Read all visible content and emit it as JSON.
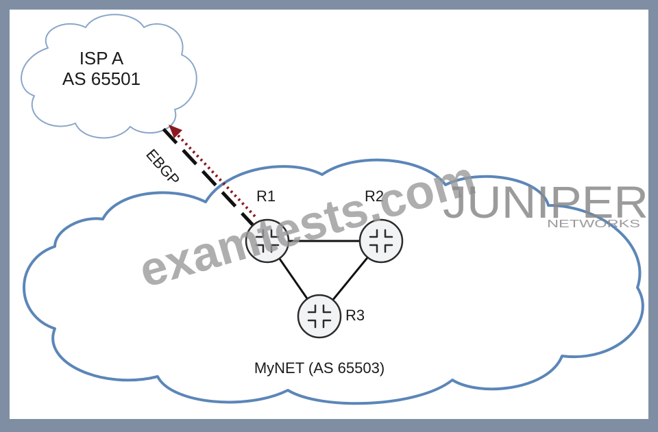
{
  "isp_cloud": {
    "name": "ISP A",
    "as": "AS 65501"
  },
  "mynet_cloud": {
    "label": "MyNET (AS 65503)"
  },
  "session": {
    "label": "EBGP"
  },
  "routers": [
    {
      "id": "r1",
      "label": "R1"
    },
    {
      "id": "r2",
      "label": "R2"
    },
    {
      "id": "r3",
      "label": "R3"
    }
  ],
  "links": [
    {
      "from": "r1",
      "to": "r2"
    },
    {
      "from": "r1",
      "to": "r3"
    },
    {
      "from": "r2",
      "to": "r3"
    }
  ],
  "watermark": {
    "text": "examtests.com"
  },
  "logo": {
    "brand": "JUNIPER",
    "sub": "NETWORKS"
  },
  "colors": {
    "frame": "#7f8ea3",
    "cloud_outline": "#5b86b8",
    "advertisement_arrow": "#8a1a1f",
    "router_fill": "#f2f3f5"
  }
}
